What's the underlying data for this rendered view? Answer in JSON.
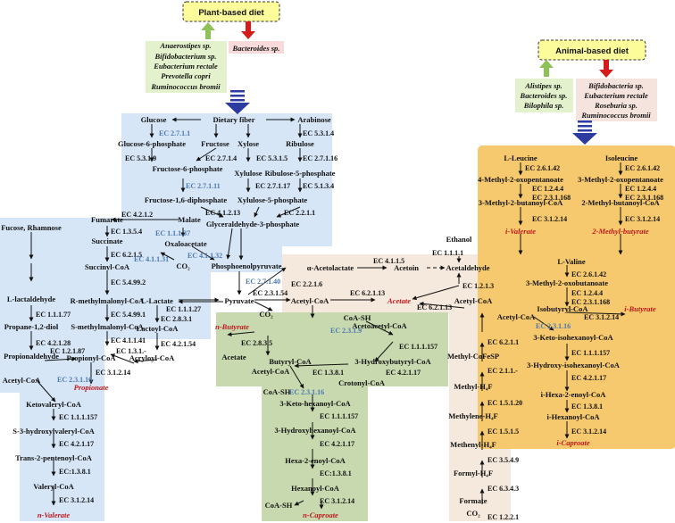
{
  "plant_title": "Plant-based diet",
  "animal_title": "Animal-based diet",
  "plant_up": [
    "Anaerostipes sp.",
    "Bifidobacterium sp.",
    "Eubacterium rectale",
    "Prevotella copri",
    "Ruminococcus bromii"
  ],
  "plant_down": [
    "Bacteroides sp."
  ],
  "animal_up": [
    "Alistipes sp.",
    "Bacteroides sp.",
    "Bilophila sp."
  ],
  "animal_down": [
    "Bifidobacteria sp.",
    "Eubacterium rectale",
    "Roseburia sp.",
    "Ruminococcus bromii"
  ],
  "nodes": {
    "glucose": "Glucose",
    "fiber": "Dietary fiber",
    "arabinose": "Arabinose",
    "g6p": "Glucose-6-phosphate",
    "fructose": "Fructose",
    "xylose": "Xylose",
    "ribulose": "Ribulose",
    "f6p": "Fructose-6-phosphate",
    "xylulose": "Xylulose",
    "r5p": "Ribulose-5-phosphate",
    "f16dp": "Fructose-1,6-diphosphate",
    "x5p": "Xylulose-5-phosphate",
    "g3p": "Glyceraldehyde-3-phosphate",
    "fumarate": "Fumarate",
    "malate": "Malate",
    "succinate": "Succinate",
    "oxaloacetate": "Oxaloacetate",
    "co2a": "CO₂",
    "pep": "Phosphoenolpyruvate",
    "succoa": "Succinyl-CoA",
    "rmm": "R-methylmalonyl-CoA",
    "smm": "S-methylmalonyl-CoA",
    "fucose": "Fucose, Rhamnose",
    "lactald": "L-lactaldehyde",
    "propdiol": "Propane-1,2-diol",
    "propald": "Propionaldehyde",
    "propcoa": "Propionyl-CoA",
    "propionate": "Propionate",
    "acrylcoa": "Acryloyl-CoA",
    "llactate": "L-Lactate",
    "lactcoa": "Lactoyl-CoA",
    "pyruvate": "Pyruvate",
    "acetylcoa_l": "Acetyl-CoA",
    "ketoval": "Ketovaleryl-CoA",
    "s3hv": "S-3-hydroxylvaleryl-CoA",
    "t2p": "Trans-2-pentenoyl-CoA",
    "valcoa": "Valeryl-CoA",
    "nvalerate": "n-Valerate",
    "acetolact": "α-Acetolactate",
    "acetoin": "Acetoin",
    "acetald": "Acetaldehyde",
    "ethanol": "Ethanol",
    "acetylcoa_m": "Acetyl-CoA",
    "acetate_r": "Acetate",
    "co2b": "CO₂",
    "coash_m": "CoA-SH",
    "acetoacetyl": "Acetoacetyl-CoA",
    "hbutcoa": "3-Hydroxybutyryl-CoA",
    "crotonyl": "Crotonyl-CoA",
    "butyryl": "Butyryl-CoA",
    "nbutyrate": "n-Butyrate",
    "acetate_g": "Acetate",
    "acetylcoa_g": "Acetyl-CoA",
    "coash_g": "CoA-SH",
    "ketohex": "3-Keto-hexanoyl-CoA",
    "hydroxhex": "3-Hydroxyhexanoyl-CoA",
    "hexenoyl": "Hexa-2-enoyl-CoA",
    "hexcoa": "Hexanoyl-CoA",
    "coash_b": "CoA-SH",
    "ncaproate": "n-Caproate",
    "acetylcoa_w": "Acetyl-CoA",
    "mcofesp": "Methyl-CoFeSP",
    "mh4f": "Methyl-H₄F",
    "menh4f": "Methylene-H₄F",
    "meth4f": "Methenyl-H₄F",
    "formyl": "Formyl-H₄F",
    "formate": "Formate",
    "co2c": "CO₂",
    "leucine": "L-Leucine",
    "isoleucine": "Isoleucine",
    "m4ox": "4-Methyl-2-oxopentanoate",
    "m3ox": "3-Methyl-2-oxopentanoate",
    "m3but": "3-Methyl-2-butanoyl-CoA",
    "m2but": "2-Methyl-butanoyl-CoA",
    "ivalerate": "i-Valerate",
    "mbutyrate": "2-Methyl-butyrate",
    "valine": "L-Valine",
    "m3oxb": "3-Methyl-2-oxobutanoate",
    "acetylcoa_o": "Acetyl-CoA",
    "isobut": "Isobutyryl-CoA",
    "ibutyrate": "i-Butyrate",
    "ketoisohex": "3-Keto-isohexanoyl-CoA",
    "hydroxisohex": "3-Hydroxy-isohexanoyl-CoA",
    "ihexenoyl": "i-Hexa-2-enoyl-CoA",
    "ihexcoa": "i-Hexanoyl-CoA",
    "icaproate": "i-Caproate"
  },
  "ec": {
    "e1": "EC 2.7.1.1",
    "e2": "EC 5.3.1.9",
    "e3": "EC 2.7.1.4",
    "e4": "EC 5.3.1.5",
    "e5": "EC 5.3.1.4",
    "e6": "EC 2.7.1.16",
    "e7": "EC 2.7.1.11",
    "e8": "EC 2.7.1.17",
    "e9": "EC 5.1.3.4",
    "e10": "EC 4.1.2.13",
    "e11": "EC 2.2.1.1",
    "e12": "EC 4.2.1.2",
    "e13": "EC 1.1.1.37",
    "e14": "EC 1.3.5.4",
    "e15": "EC 6.2.1.5",
    "e16": "EC 4.1.1.31",
    "e17": "EC 4.1.1.32",
    "e18": "EC 5.4.99.2",
    "e19": "EC 2.7.1.40",
    "e20": "EC 5.4.99.1",
    "e21": "EC 4.1.1.41",
    "e22": "EC 1.1.1.77",
    "e23": "EC 4.2.1.28",
    "e24": "EC 1.2.1.87",
    "e25": "EC 1.3.1.-",
    "e26": "EC 3.1.2.14",
    "e27": "EC 2.3.1.16",
    "e28": "EC 1.1.1.27",
    "e29": "EC 2.8.3.1",
    "e30": "EC 4.2.1.54",
    "e31": "EC 1.1.1.157",
    "e32": "EC 4.2.1.17",
    "e33": "EC:1.3.8.1",
    "e34": "EC 3.1.2.14",
    "e35": "EC 4.1.1.5",
    "e36": "EC 1.1.1.1",
    "e37": "EC 2.2.1.6",
    "e38": "EC 2.3.1.54",
    "e39": "EC 1.2.1.3",
    "e40": "EC 6.2.1.13",
    "e41": "EC 6.2.1.13",
    "e42": "EC 2.3.1.9",
    "e43": "EC 1.1.1.157",
    "e44": "EC 2.8.3.5",
    "e45": "EC 4.2.1.17",
    "e46": "EC 1.3.8.1",
    "e47": "EC 2.3.1.16",
    "e48": "EC 1.1.1.157",
    "e49": "EC 4.2.1.17",
    "e50": "EC:1.3.8.1",
    "e51": "EC 3.1.2.14",
    "e52": "EC 6.2.1.1",
    "e53": "EC 2.1.1.-",
    "e54": "EC 1.5.1.20",
    "e55": "EC 1.5.1.5",
    "e56": "EC 3.5.4.9",
    "e57": "EC 6.3.4.3",
    "e58": "EC 1.2.2.1",
    "e59": "EC 2.6.1.42",
    "e60": "EC 1.2.4.4",
    "e61": "EC 2.3.1.168",
    "e62": "EC 3.1.2.14",
    "e63": "EC 2.6.1.42",
    "e64": "EC 1.2.4.4",
    "e65": "EC 2.3.1.168",
    "e66": "EC 3.1.2.14",
    "e67": "EC 2.6.1.42",
    "e68": "EC 1.2.4.4",
    "e69": "EC 2.3.1.168",
    "e70": "EC 3.1.2.14",
    "e71": "EC 2.3.1.16",
    "e72": "EC 1.1.1.157",
    "e73": "EC 4.2.1.17",
    "e74": "EC 1.3.8.1",
    "e75": "EC 3.1.2.14"
  },
  "colors": {
    "blue_panel": "#d7e6f7",
    "green_panel": "#c8d9b0",
    "beige_panel": "#f5e8dc",
    "orange_panel": "#f6c96e",
    "title_box": "#fdfc9a",
    "up_arrow": "#8dc356",
    "down_arrow": "#d51b1b",
    "pointer_arrow": "#2b3ba0",
    "product_red": "#c0181d",
    "ec_blue": "#4a78b0"
  }
}
